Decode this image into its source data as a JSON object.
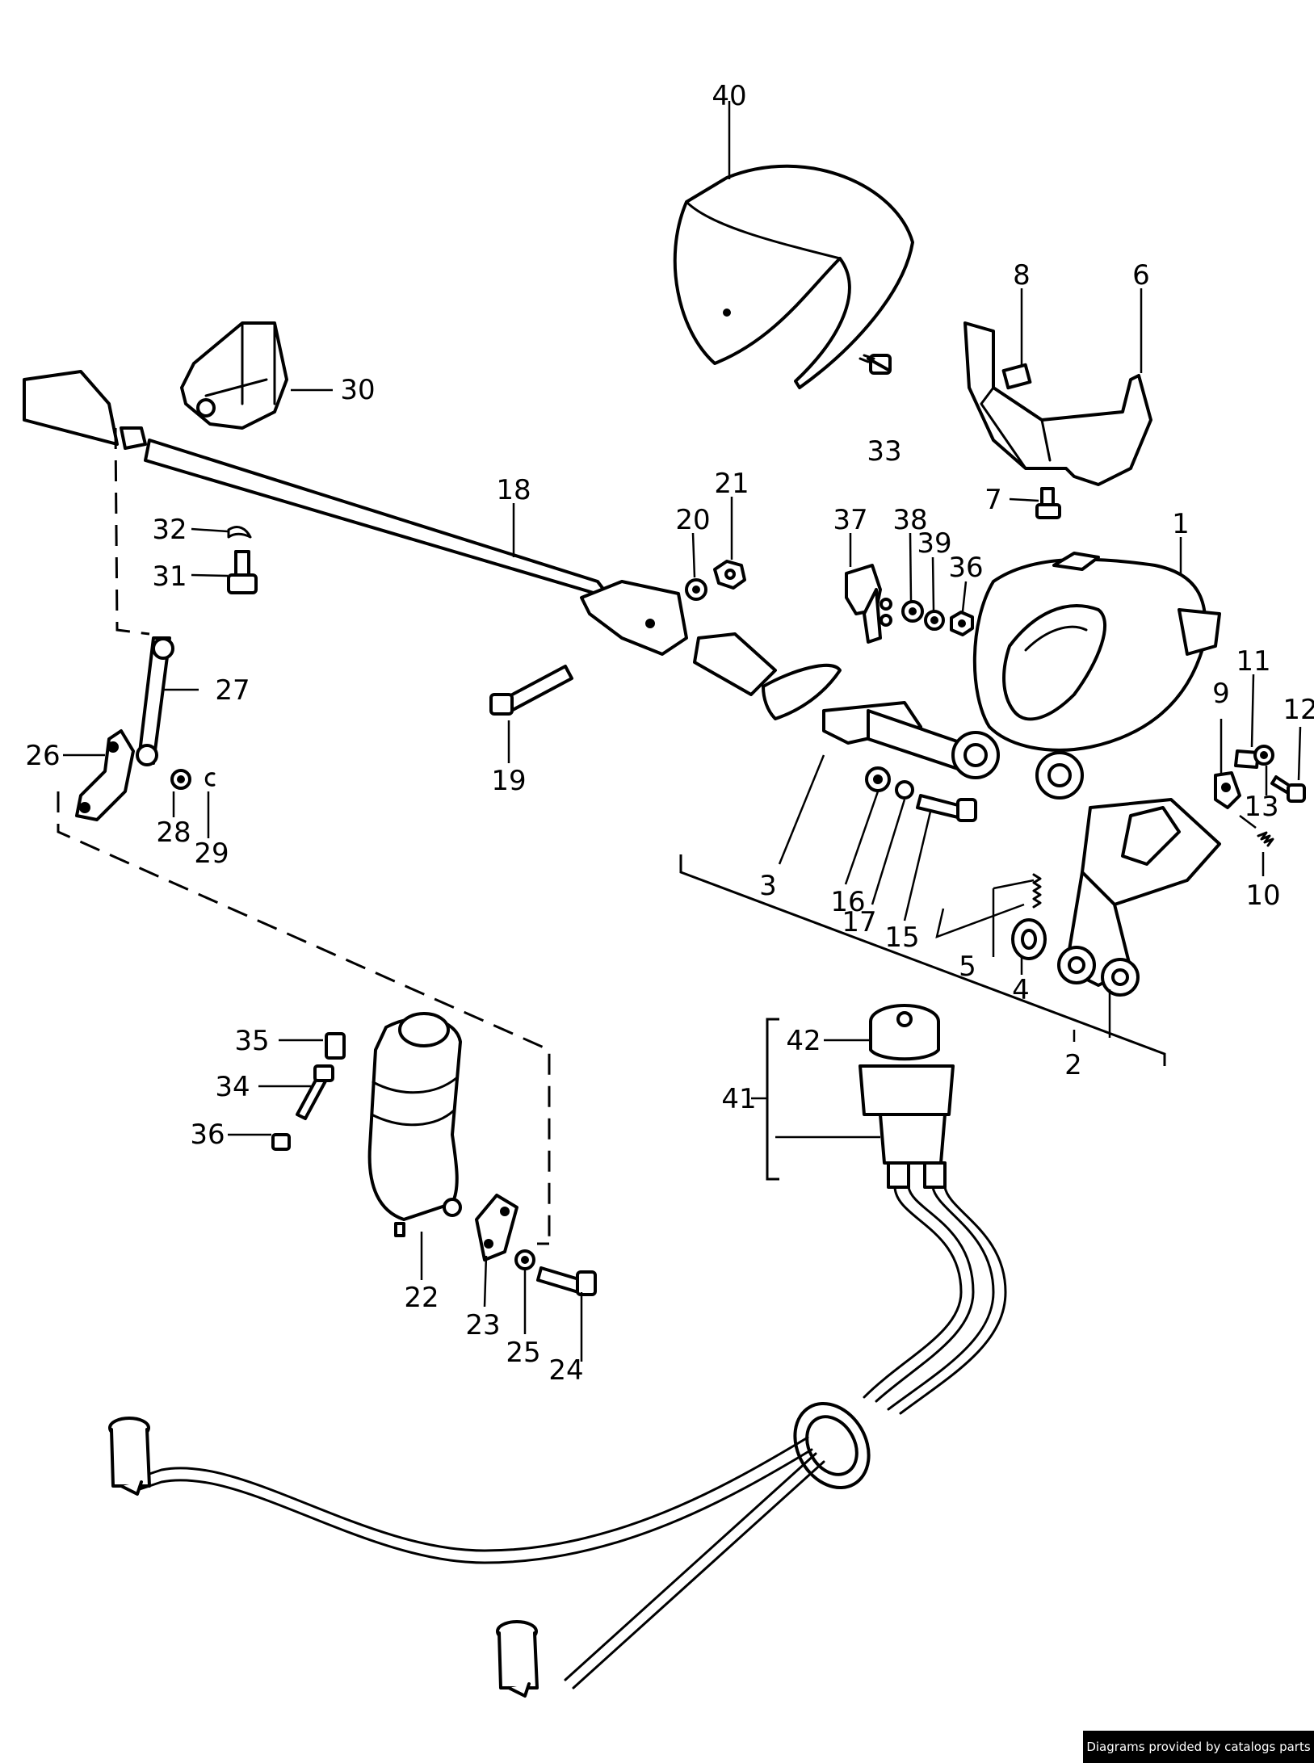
{
  "callouts": {
    "c1": "1",
    "c2": "2",
    "c3": "3",
    "c4": "4",
    "c5": "5",
    "c6": "6",
    "c7": "7",
    "c8": "8",
    "c9": "9",
    "c10": "10",
    "c11": "11",
    "c12": "12",
    "c13": "13",
    "c15": "15",
    "c16": "16",
    "c17": "17",
    "c18": "18",
    "c19": "19",
    "c20": "20",
    "c21": "21",
    "c22": "22",
    "c23": "23",
    "c24": "24",
    "c25": "25",
    "c26": "26",
    "c27": "27",
    "c28": "28",
    "c29": "29",
    "c30": "30",
    "c31": "31",
    "c32": "32",
    "c33": "33",
    "c34": "34",
    "c35": "35",
    "c36a": "36",
    "c36b": "36",
    "c37": "37",
    "c38": "38",
    "c39": "39",
    "c40": "40",
    "c41": "41",
    "c42": "42"
  },
  "credit": "Diagrams provided by catalogs parts"
}
